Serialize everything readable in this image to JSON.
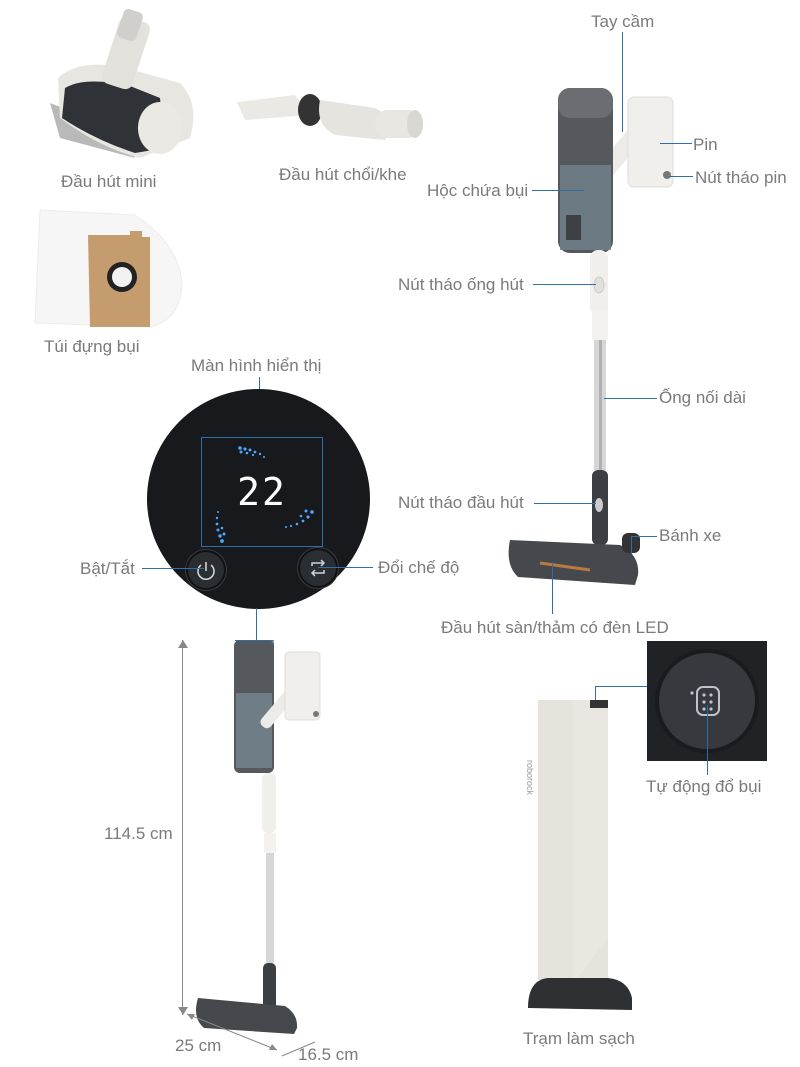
{
  "accessories": {
    "mini_head": "Đầu hút mini",
    "brush_crevice": "Đầu hút chổi/khe",
    "dust_bag": "Túi đựng bụi"
  },
  "main_vacuum": {
    "handle": "Tay cầm",
    "battery": "Pin",
    "battery_release": "Nút tháo pin",
    "dust_bin": "Hộc chứa bụi",
    "tube_release": "Nút tháo ống hút",
    "extension_tube": "Ống nối dài",
    "head_release": "Nút tháo đầu hút",
    "wheels": "Bánh xe",
    "floor_head": "Đầu hút sàn/thảm có đèn LED"
  },
  "display": {
    "title": "Màn hình hiển thị",
    "reading": "22",
    "power": "Bật/Tắt",
    "mode": "Đổi chế độ"
  },
  "dimensions": {
    "height": "114.5 cm",
    "width": "25 cm",
    "depth": "16.5 cm"
  },
  "station": {
    "auto_empty": "Tự động đổ bụi",
    "name": "Trạm làm sạch",
    "brand": "roborock"
  },
  "colors": {
    "line": "#2f6ea8",
    "label": "#7a7a7a",
    "led": "#4aa8ff"
  }
}
